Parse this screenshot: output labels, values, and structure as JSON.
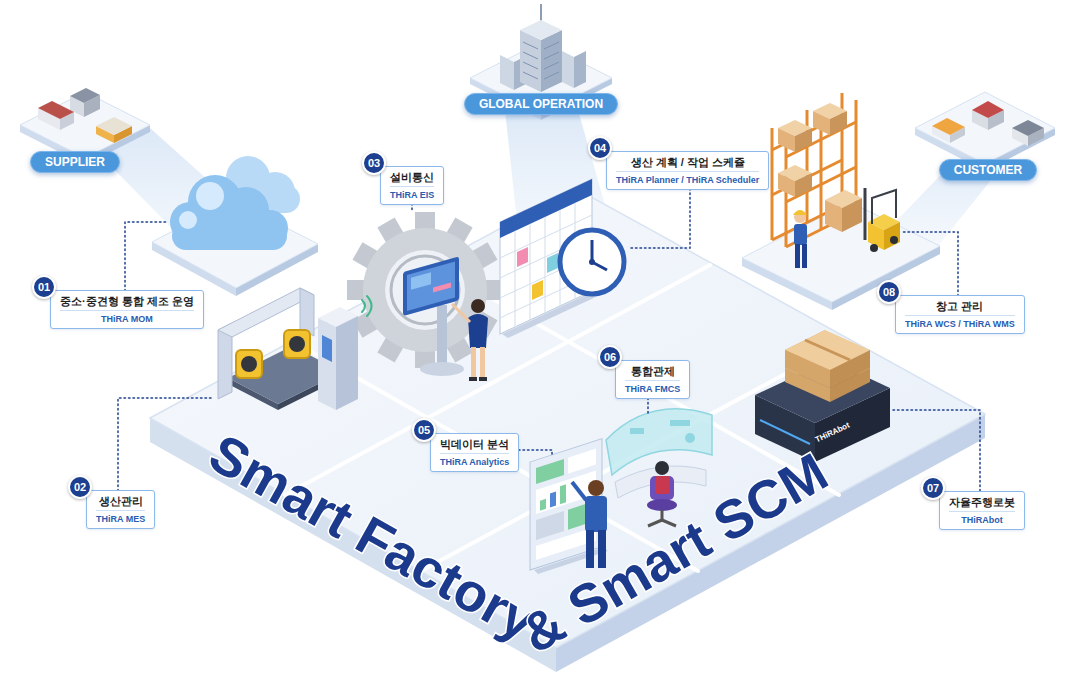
{
  "diagram": {
    "title": "Smart Factory & Smart SCM",
    "nodes": [
      {
        "text": [
          "SUPPLIER"
        ]
      },
      {
        "text": [
          "GLOBAL OPERATION"
        ]
      },
      {
        "text": [
          "CUSTOMER"
        ]
      },
      {
        "text": [
          "03"
        ]
      },
      {
        "text": [
          "설비통신",
          "THiRA EIS"
        ]
      },
      {
        "text": [
          "04"
        ]
      },
      {
        "text": [
          "생산 계획 / 작업 스케쥴",
          "THiRA Planner / THiRA Scheduler"
        ]
      },
      {
        "text": [
          "01"
        ]
      },
      {
        "text": [
          "중소·중견형 통합 제조 운영",
          "THiRA MOM"
        ]
      },
      {
        "text": [
          "08"
        ]
      },
      {
        "text": [
          "창고 관리",
          "THiRA WCS / THiRA WMS"
        ]
      },
      {
        "text": [
          "06"
        ]
      },
      {
        "text": [
          "통합관제",
          "THiRA FMCS"
        ]
      },
      {
        "text": [
          "05"
        ]
      },
      {
        "text": [
          "빅데이터 분석",
          "THiRA Analytics"
        ]
      },
      {
        "text": [
          "02"
        ]
      },
      {
        "text": [
          "생산관리",
          "THiRA MES"
        ]
      },
      {
        "text": [
          "07"
        ]
      },
      {
        "text": [
          "자율주행로봇",
          "THiRAbot"
        ]
      }
    ],
    "labels": [
      "THiRAbot"
    ]
  }
}
